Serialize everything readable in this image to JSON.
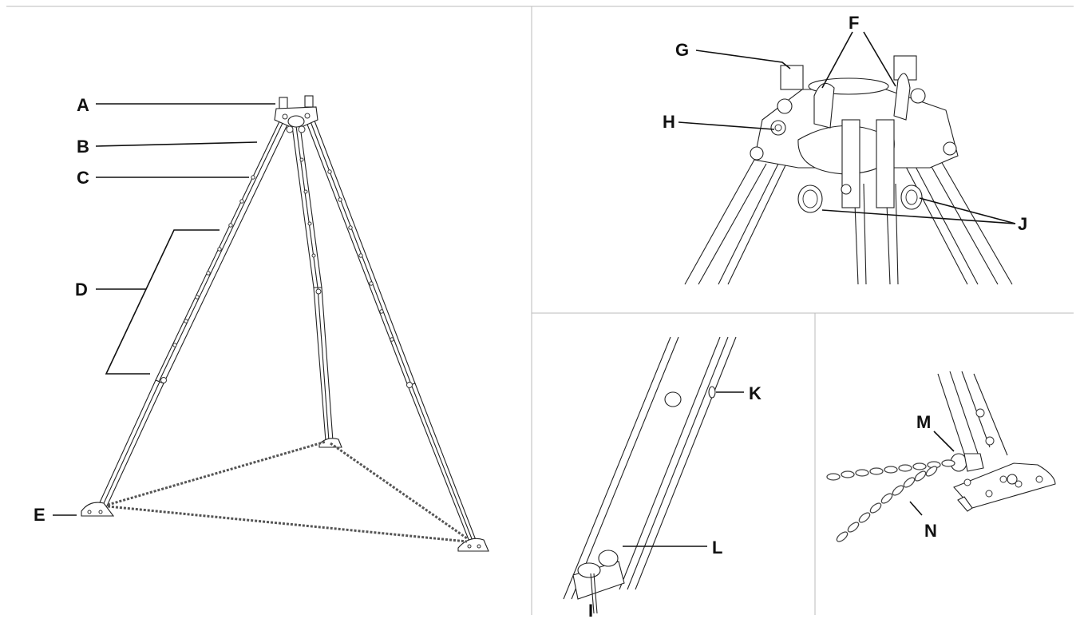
{
  "labels": {
    "A": "A",
    "B": "B",
    "C": "C",
    "D": "D",
    "E": "E",
    "F": "F",
    "G": "G",
    "H": "H",
    "J": "J",
    "K": "K",
    "L": "L",
    "I": "I",
    "M": "M",
    "N": "N"
  }
}
